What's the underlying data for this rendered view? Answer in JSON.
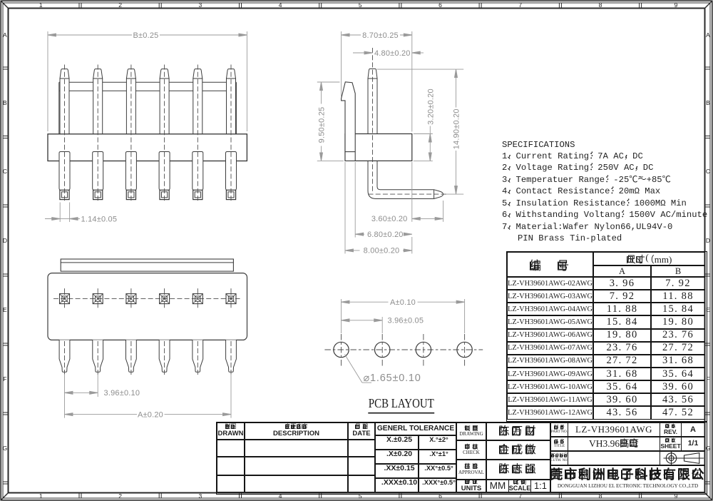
{
  "frame": {
    "column_labels": [
      "1",
      "2",
      "3",
      "4",
      "5",
      "6",
      "7",
      "8",
      "9"
    ],
    "row_labels": [
      "A",
      "B",
      "C",
      "D",
      "E",
      "F",
      "G"
    ]
  },
  "views": {
    "front_view": {
      "dimensions": {
        "overall_width": "B±0.25",
        "pin_width": "1.14±0.05"
      }
    },
    "side_view": {
      "dimensions": {
        "body_width": "8.70±0.25",
        "pin_to_edge": "4.80±0.20",
        "body_height": "9.50±0.25",
        "base_thickness": "3.20±0.20",
        "overall_height": "14.90±0.20",
        "pin_tail": "3.60±0.20",
        "pin_mid": "6.80±0.20",
        "pin_bottom": "8.00±0.20"
      }
    },
    "top_view": {
      "dimensions": {
        "pin_pitch": "3.96±0.10",
        "overall_length": "A±0.20"
      }
    },
    "pcb_layout": {
      "title": "PCB LAYOUT",
      "dimensions": {
        "overall": "A±0.10",
        "pitch": "3.96±0.05",
        "hole_diameter": "⌀1.65±0.10"
      }
    }
  },
  "specifications": {
    "title": "SPECIFICATIONS",
    "lines": [
      "1、Current Rating：7A AC，DC",
      "2、Voltage Rating：250V AC，DC",
      "3、Temperatuer Range：-25℃～+85℃",
      "4、Contact Resistance：20mΩ Max",
      "5、Insulation Resistance：1000MΩ Min",
      "6、Withstanding Voltang：1500V AC/minute",
      "7、Material:Wafer Nylon66,UL94V-0",
      "   PIN Brass Tin-plated"
    ]
  },
  "parts_table": {
    "part_header": "编　号",
    "dim_header": "尺寸（mm)",
    "col_a": "A",
    "col_b": "B",
    "rows": [
      {
        "part": "LZ-VH39601AWG-02AWG",
        "a": "3. 96",
        "b": "7. 92"
      },
      {
        "part": "LZ-VH39601AWG-03AWG",
        "a": "7. 92",
        "b": "11. 88"
      },
      {
        "part": "LZ-VH39601AWG-04AWG",
        "a": "11. 88",
        "b": "15. 84"
      },
      {
        "part": "LZ-VH39601AWG-05AWG",
        "a": "15. 84",
        "b": "19. 80"
      },
      {
        "part": "LZ-VH39601AWG-06AWG",
        "a": "19. 80",
        "b": "23. 76"
      },
      {
        "part": "LZ-VH39601AWG-07AWG",
        "a": "23. 76",
        "b": "27. 72"
      },
      {
        "part": "LZ-VH39601AWG-08AWG",
        "a": "27. 72",
        "b": "31. 68"
      },
      {
        "part": "LZ-VH39601AWG-09AWG",
        "a": "31. 68",
        "b": "35. 64"
      },
      {
        "part": "LZ-VH39601AWG-10AWG",
        "a": "35. 64",
        "b": "39. 60"
      },
      {
        "part": "LZ-VH39601AWG-11AWG",
        "a": "39. 60",
        "b": "43. 56"
      },
      {
        "part": "LZ-VH39601AWG-12AWG",
        "a": "43. 56",
        "b": "47. 52"
      }
    ]
  },
  "title_block": {
    "drawn_label_cn": "制图",
    "drawn_label": "DRAWN",
    "description_label_cn": "变更内容",
    "description_label": "DESCRIPTION",
    "date_label_cn": "日 期",
    "date_label": "DATE",
    "tolerance": {
      "title": "GENERL TOLERANCE",
      "rows": [
        [
          "X.±0.25",
          "X.°±2°"
        ],
        [
          ".X±0.20",
          ".X°±1°"
        ],
        [
          ".XX±0.15",
          ".XX°±0.5°"
        ],
        [
          ".XXX±0.10",
          ".XXX°±0.5°"
        ]
      ]
    },
    "drawing_label_cn": "制 图",
    "drawing_label": "DRAWING",
    "drawing_name": "陈万财",
    "check_label_cn": "审 核",
    "check_label": "CHECK",
    "check_name": "金成微",
    "approval_label_cn": "核 准",
    "approval_label": "APPROVAL",
    "approval_name": "陈志强",
    "units_label_cn": "单 位",
    "units_label": "UNITS",
    "units_value": "MM",
    "scale_label_cn": "比 例",
    "scale_label": "SCALE",
    "scale_value": "1:1",
    "part_no_label_cn": "料 号",
    "part_no_label": "PART NO.",
    "part_no": "LZ-VH39601AWG",
    "rev_label_cn": "版 本",
    "rev_label": "REV.",
    "rev": "A",
    "title_label_cn": "品 名",
    "title_label": "TITLE",
    "product_title": "VH3.96高弯",
    "sheet_label_cn": "页 次",
    "sheet_label": "SHEET",
    "sheet": "1/1",
    "customer_label_cn": "客户料号",
    "customer_label": "CUTM. NO.",
    "company_cn": "东莞市利洲电子科技有限公司",
    "company_en": "DONGGUAN LIZHOU EL ECTRONIC TECHNOLOGY CO.,LTD"
  }
}
